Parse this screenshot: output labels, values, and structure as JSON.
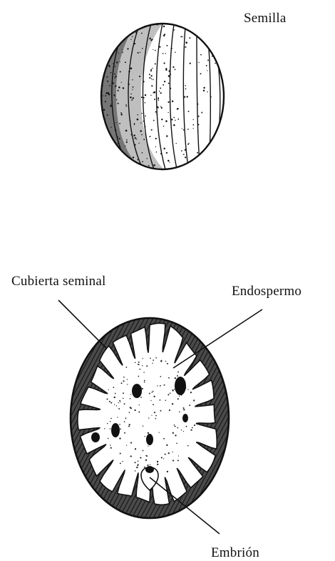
{
  "labels": {
    "seed": "Semilla",
    "seed_coat": "Cubierta seminal",
    "endosperm": "Endospermo",
    "embryo": "Embrión"
  },
  "colors": {
    "ink": "#111111",
    "paper": "#ffffff"
  }
}
